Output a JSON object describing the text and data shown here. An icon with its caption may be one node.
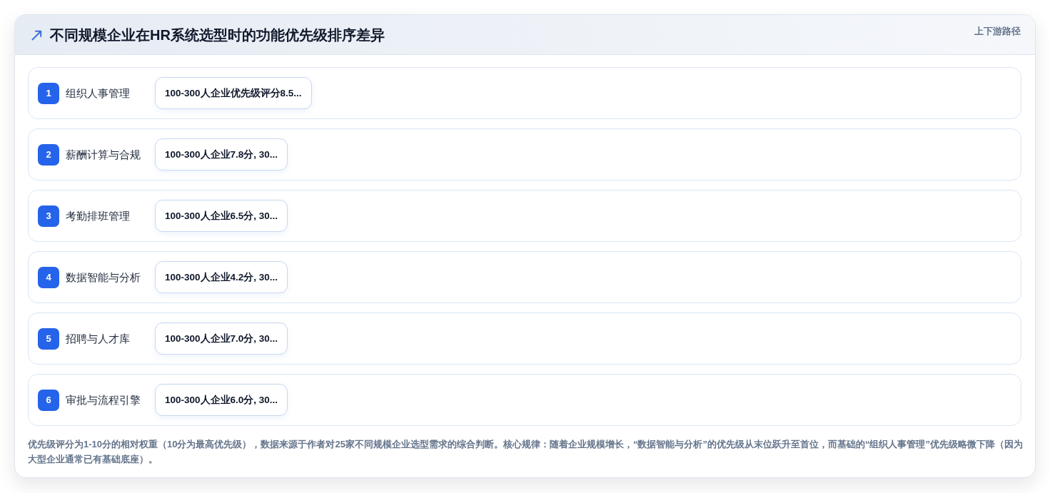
{
  "diagram": {
    "title": "不同规模企业在HR系统选型时的功能优先级排序差异",
    "nodes": [
      {
        "text": [
          "组织人事管理"
        ]
      },
      {
        "text": [
          "1"
        ],
        "in": 0
      },
      {
        "text": [
          "100-300人企业优先级评分8.5..."
        ],
        "in": 0
      },
      {
        "text": [
          "薪酬计算与合规"
        ]
      },
      {
        "text": [
          "2"
        ],
        "in": 3
      },
      {
        "text": [
          "100-300人企业7.8分, 30..."
        ],
        "in": 3
      },
      {
        "text": [
          "考勤排班管理"
        ]
      },
      {
        "text": [
          "3"
        ],
        "in": 6
      },
      {
        "text": [
          "100-300人企业6.5分, 30..."
        ],
        "in": 6
      },
      {
        "text": [
          "数据智能与分析"
        ]
      },
      {
        "text": [
          "4"
        ],
        "in": 9
      },
      {
        "text": [
          "100-300人企业4.2分, 30..."
        ],
        "in": 9
      },
      {
        "text": [
          "招聘与人才库"
        ]
      },
      {
        "text": [
          "5"
        ],
        "in": 12
      },
      {
        "text": [
          "100-300人企业7.0分, 30..."
        ],
        "in": 12
      },
      {
        "text": [
          "审批与流程引擎"
        ]
      },
      {
        "text": [
          "6"
        ],
        "in": 15
      },
      {
        "text": [
          "100-300人企业6.0分, 30..."
        ],
        "in": 15
      }
    ],
    "labels": [
      "上下游路径"
    ],
    "caption": "优先级评分为1-10分的相对权重（10分为最高优先级），数据来源于作者对25家不同规模企业选型需求的综合判断。核心规律：随着企业规模增长，“数据智能与分析”的优先级从末位跃升至首位，而基础的“组织人事管理”优先级略微下降（因为大型企业通常已有基础底座）。"
  }
}
